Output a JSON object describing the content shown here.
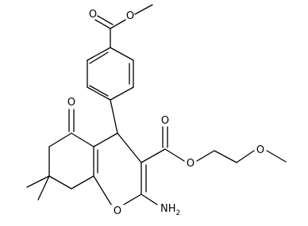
{
  "diagram": {
    "type": "chemical-structure",
    "atom_labels": {
      "ester_top_carbonyl_o": "O",
      "ester_top_ether_o": "O",
      "ketone_o": "O",
      "ester_mid_carbonyl_o": "O",
      "ester_mid_ether_o": "O",
      "methoxy_o": "O",
      "ring_o": "O",
      "amino_n": "NH",
      "amino_subscript": "2"
    }
  }
}
